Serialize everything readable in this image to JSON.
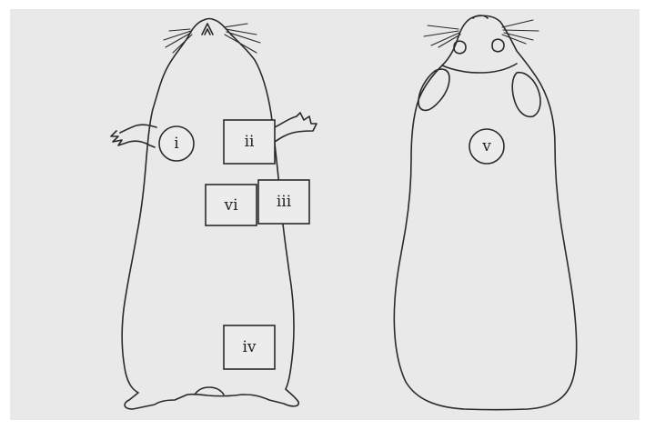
{
  "diagram": {
    "colors": {
      "background": "#e9e9e9",
      "frame": "#ffffff",
      "ink": "#2a2a2a"
    },
    "views": [
      {
        "name": "ventral-view",
        "description": ""
      },
      {
        "name": "dorsal-view",
        "description": ""
      }
    ],
    "sites": {
      "i": "i",
      "ii": "ii",
      "iii": "iii",
      "iv": "iv",
      "v": "v",
      "vi": "vi"
    }
  }
}
